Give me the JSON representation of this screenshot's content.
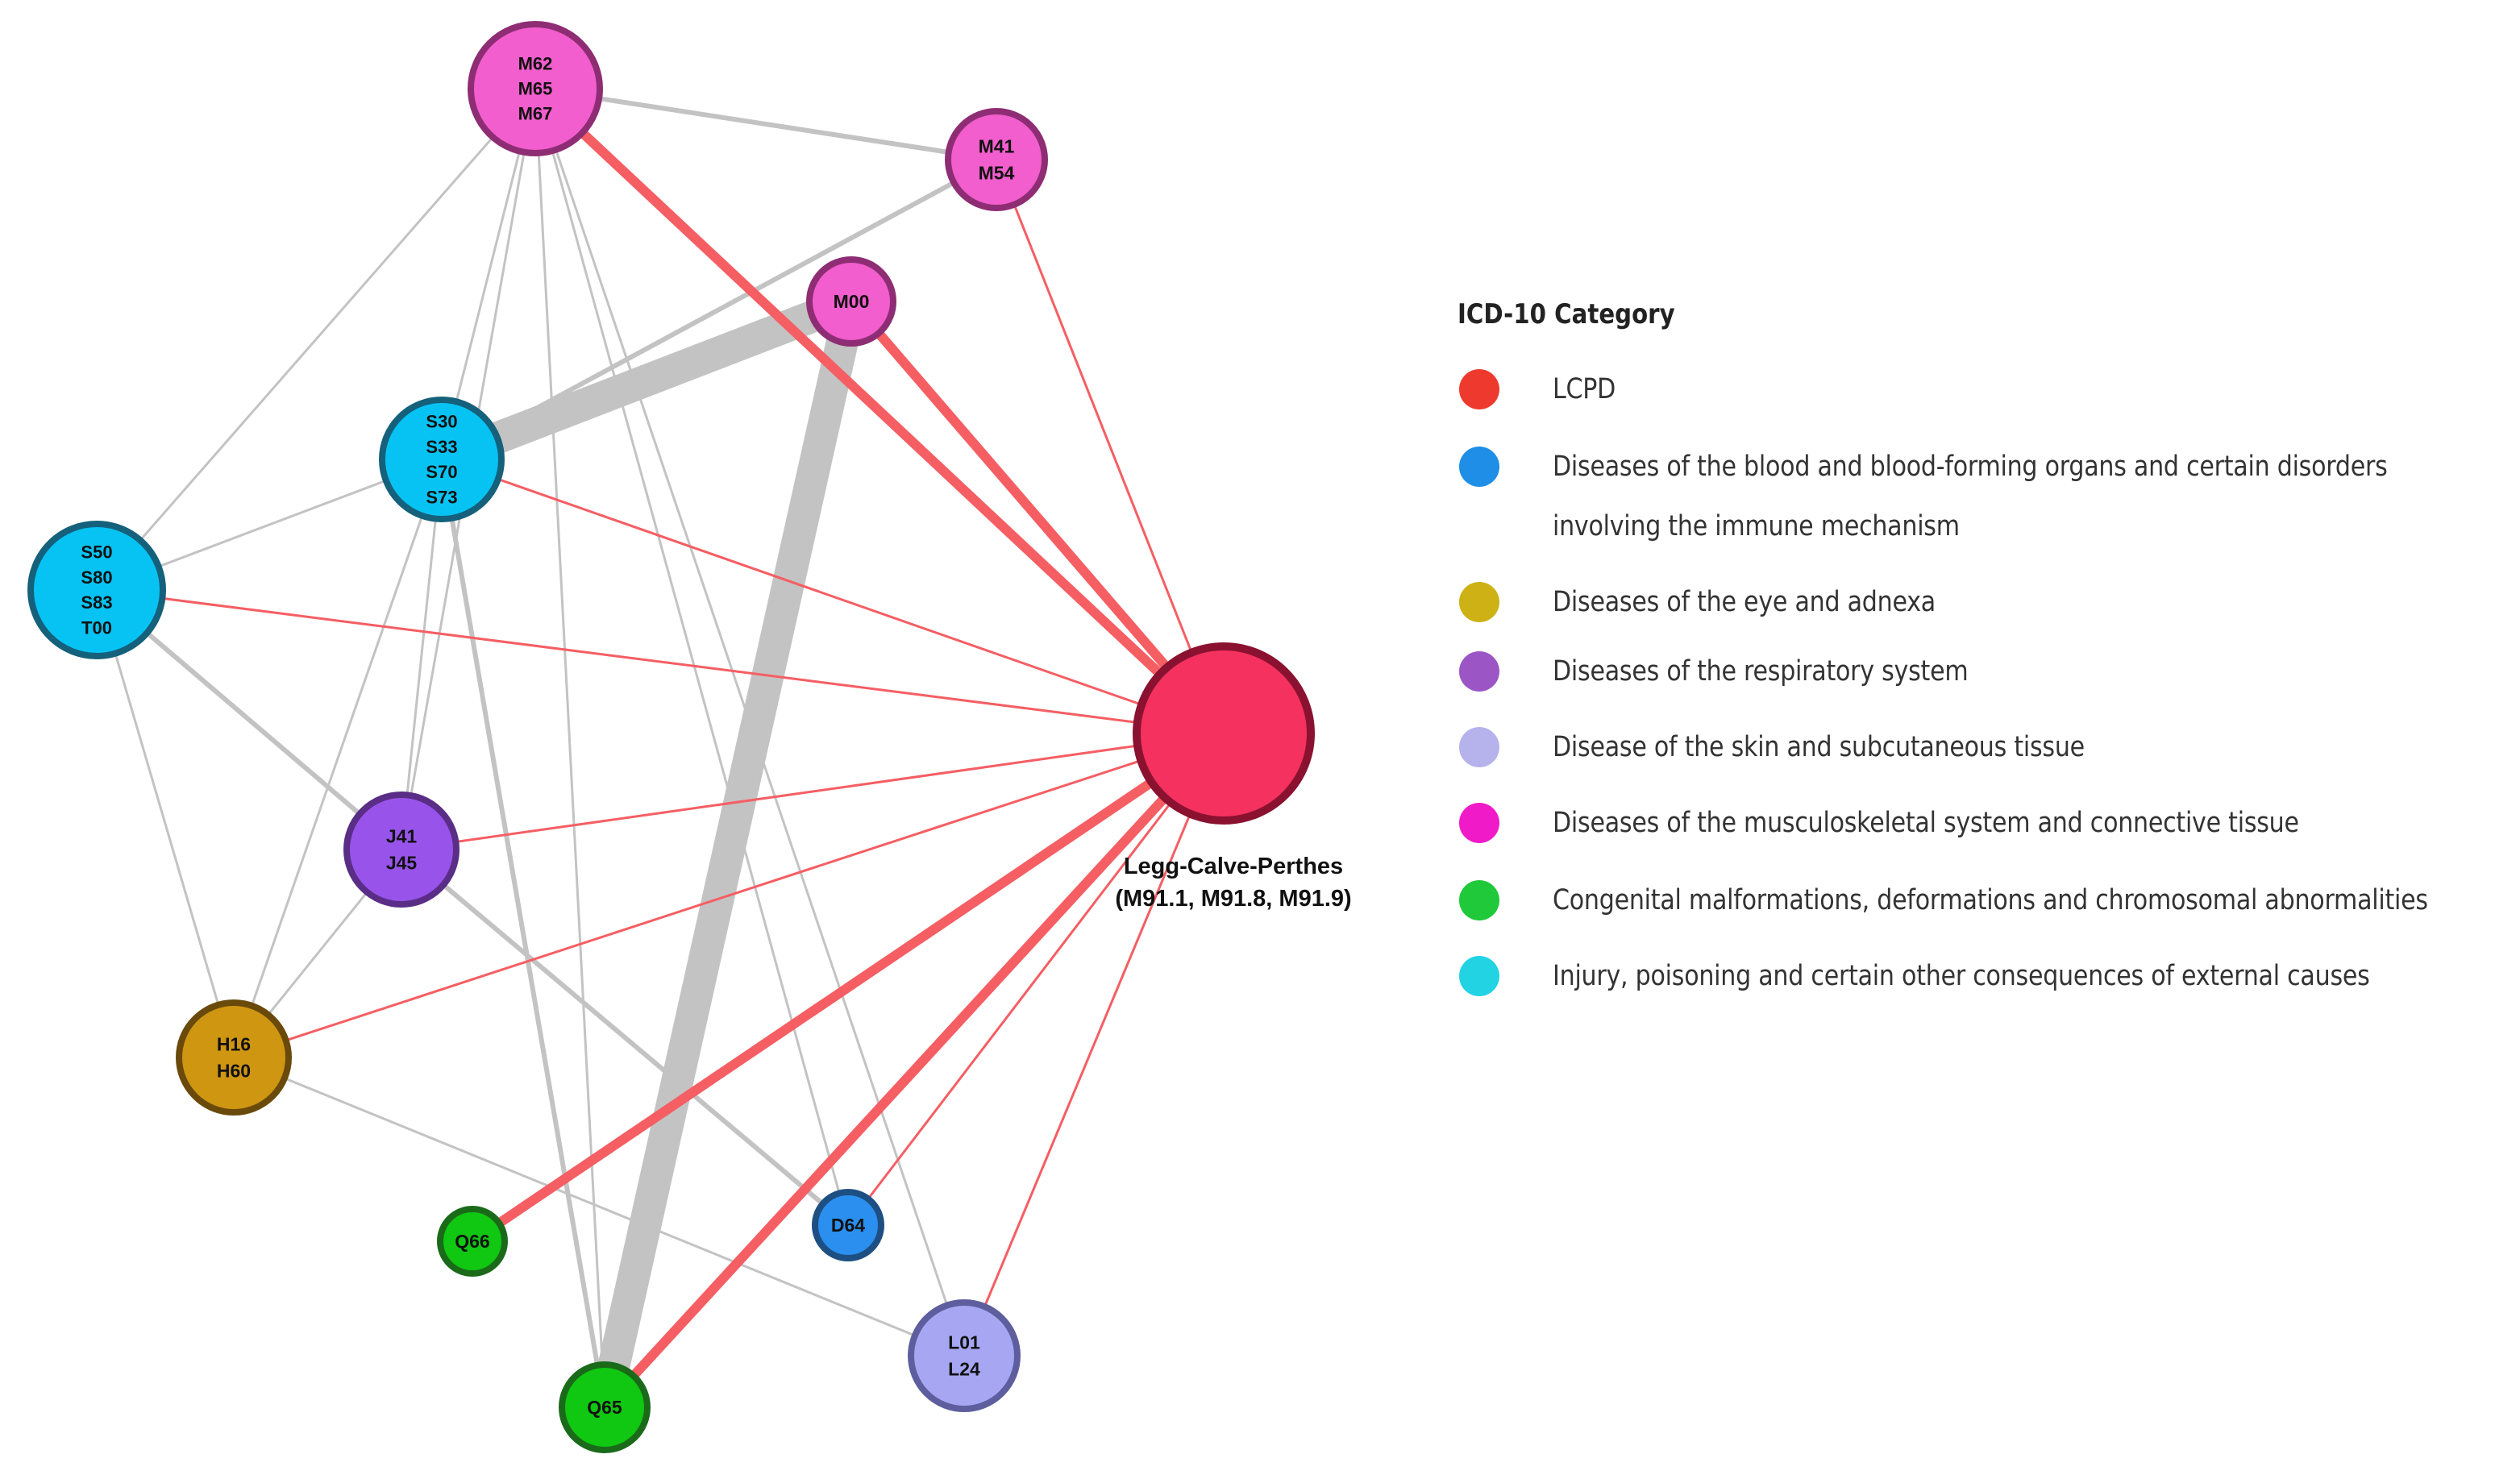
{
  "main_node": {
    "name": "Legg-Calve-Perthes",
    "codes": "(M91.1, M91.8, M91.9)",
    "color": "#f4315f",
    "border": "#8a1230"
  },
  "nodes": [
    {
      "id": "M62",
      "lines": [
        "M62",
        "M65",
        "M67"
      ],
      "category": "musculoskeletal"
    },
    {
      "id": "M41",
      "lines": [
        "M41",
        "M54"
      ],
      "category": "musculoskeletal"
    },
    {
      "id": "M00",
      "lines": [
        "M00"
      ],
      "category": "musculoskeletal"
    },
    {
      "id": "S30",
      "lines": [
        "S30",
        "S33",
        "S70",
        "S73"
      ],
      "category": "injury"
    },
    {
      "id": "S50",
      "lines": [
        "S50",
        "S80",
        "S83",
        "T00"
      ],
      "category": "injury"
    },
    {
      "id": "J41",
      "lines": [
        "J41",
        "J45"
      ],
      "category": "respiratory"
    },
    {
      "id": "H16",
      "lines": [
        "H16",
        "H60"
      ],
      "category": "eye"
    },
    {
      "id": "Q66",
      "lines": [
        "Q66"
      ],
      "category": "congenital"
    },
    {
      "id": "D64",
      "lines": [
        "D64"
      ],
      "category": "blood"
    },
    {
      "id": "L01",
      "lines": [
        "L01",
        "L24"
      ],
      "category": "skin"
    },
    {
      "id": "Q65",
      "lines": [
        "Q65"
      ],
      "category": "congenital"
    }
  ],
  "edges_to_lcpd": [
    {
      "from": "M62",
      "strength": "strong"
    },
    {
      "from": "M41",
      "strength": "thin"
    },
    {
      "from": "M00",
      "strength": "strong"
    },
    {
      "from": "S30",
      "strength": "thin"
    },
    {
      "from": "S50",
      "strength": "thin"
    },
    {
      "from": "J41",
      "strength": "thin"
    },
    {
      "from": "H16",
      "strength": "thin"
    },
    {
      "from": "Q66",
      "strength": "strong"
    },
    {
      "from": "Q65",
      "strength": "strong"
    },
    {
      "from": "D64",
      "strength": "thin"
    },
    {
      "from": "L01",
      "strength": "thin"
    }
  ],
  "edges_between": [
    {
      "a": "M00",
      "b": "Q65",
      "strength": "very-strong"
    },
    {
      "a": "M00",
      "b": "S30",
      "strength": "very-strong"
    },
    {
      "a": "M62",
      "b": "M41",
      "strength": "medium"
    },
    {
      "a": "M41",
      "b": "S30",
      "strength": "medium"
    },
    {
      "a": "M62",
      "b": "S30",
      "strength": "thin"
    },
    {
      "a": "M62",
      "b": "S50",
      "strength": "thin"
    },
    {
      "a": "M62",
      "b": "J41",
      "strength": "thin"
    },
    {
      "a": "M62",
      "b": "L01",
      "strength": "thin"
    },
    {
      "a": "M62",
      "b": "D64",
      "strength": "thin"
    },
    {
      "a": "S30",
      "b": "S50",
      "strength": "thin"
    },
    {
      "a": "S30",
      "b": "Q65",
      "strength": "medium"
    },
    {
      "a": "S30",
      "b": "J41",
      "strength": "thin"
    },
    {
      "a": "S30",
      "b": "H16",
      "strength": "thin"
    },
    {
      "a": "S50",
      "b": "J41",
      "strength": "medium"
    },
    {
      "a": "S50",
      "b": "H16",
      "strength": "thin"
    },
    {
      "a": "J41",
      "b": "D64",
      "strength": "medium"
    },
    {
      "a": "J41",
      "b": "H16",
      "strength": "thin"
    },
    {
      "a": "H16",
      "b": "L01",
      "strength": "thin"
    },
    {
      "a": "Q65",
      "b": "M62",
      "strength": "thin"
    }
  ],
  "legend": {
    "title": "ICD-10 Category",
    "items": [
      {
        "key": "lcpd",
        "lines": [
          "LCPD"
        ],
        "color": "#ee3a2e"
      },
      {
        "key": "blood",
        "lines": [
          "Diseases of the blood and blood-forming organs and certain disorders",
          "involving the immune mechanism"
        ],
        "color": "#1f8ee6"
      },
      {
        "key": "eye",
        "lines": [
          "Diseases of the eye and adnexa"
        ],
        "color": "#cdb115"
      },
      {
        "key": "respiratory",
        "lines": [
          "Diseases of the respiratory system"
        ],
        "color": "#9b55c4"
      },
      {
        "key": "skin",
        "lines": [
          "Disease of the skin and subcutaneous tissue"
        ],
        "color": "#b6b2ec"
      },
      {
        "key": "musculoskeletal",
        "lines": [
          "Diseases of the musculoskeletal system and connective tissue"
        ],
        "color": "#f01ac8"
      },
      {
        "key": "congenital",
        "lines": [
          "Congenital malformations, deformations and chromosomal abnormalities"
        ],
        "color": "#1fc93a"
      },
      {
        "key": "injury",
        "lines": [
          "Injury, poisoning and certain other consequences of external causes"
        ],
        "color": "#22d3e4"
      }
    ]
  },
  "node_colors": {
    "musculoskeletal": {
      "fill": "#f25ecd",
      "border": "#8e2d74"
    },
    "injury": {
      "fill": "#07c3f3",
      "border": "#15607b"
    },
    "respiratory": {
      "fill": "#9854ea",
      "border": "#5a2d86"
    },
    "eye": {
      "fill": "#cf9611",
      "border": "#6a4a0a"
    },
    "congenital": {
      "fill": "#10c711",
      "border": "#1a6a1a"
    },
    "blood": {
      "fill": "#2b8ff0",
      "border": "#1d4f82"
    },
    "skin": {
      "fill": "#a6a6f3",
      "border": "#5e5e9e"
    }
  },
  "edge_colors": {
    "to_lcpd": "#f55e63",
    "between": "#c3c3c3"
  }
}
